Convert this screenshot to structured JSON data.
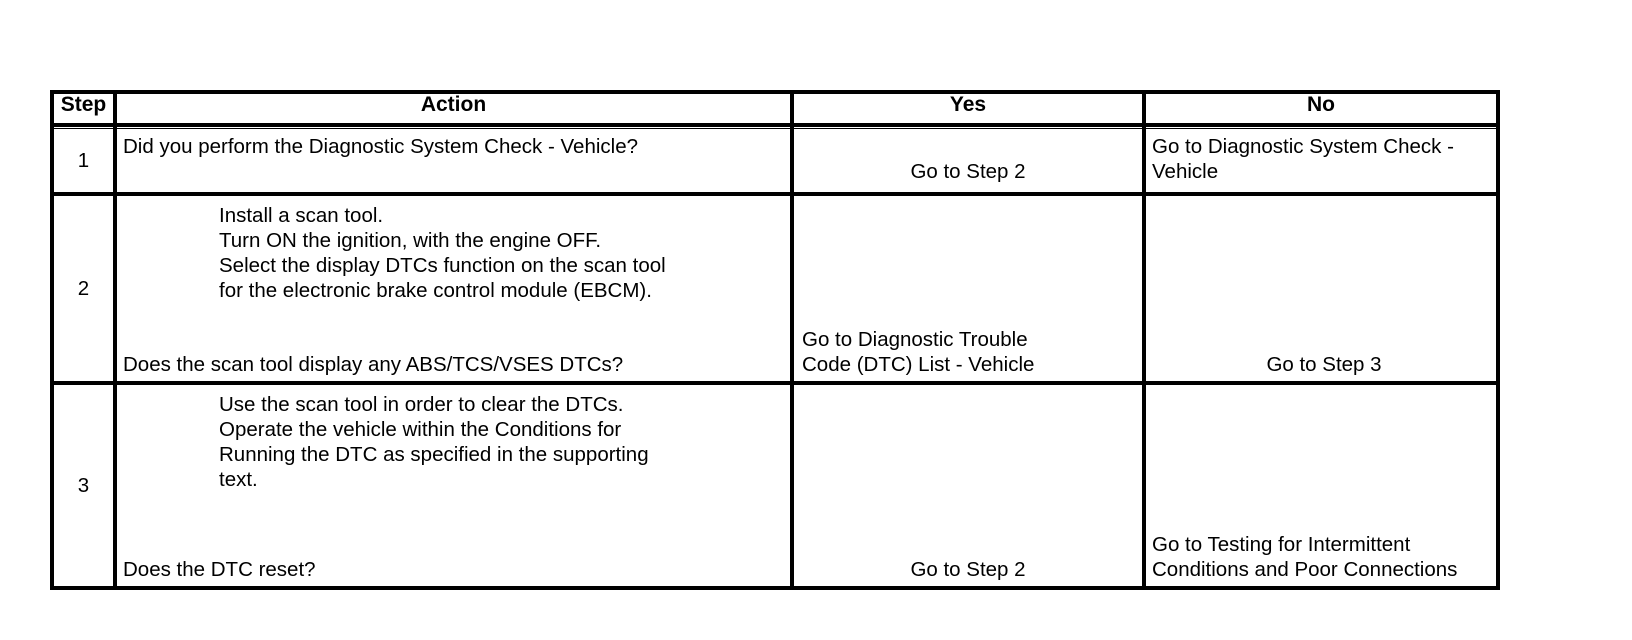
{
  "table": {
    "headers": {
      "step": "Step",
      "action": "Action",
      "yes": "Yes",
      "no": "No"
    },
    "rows": [
      {
        "step": "1",
        "action": {
          "steps": [],
          "question": "Did you perform the Diagnostic System Check - Vehicle?"
        },
        "yes": [
          "Go to Step 2"
        ],
        "no": [
          "Go to Diagnostic System Check -",
          "Vehicle"
        ]
      },
      {
        "step": "2",
        "action": {
          "steps": [
            "Install a scan tool.",
            "Turn ON the ignition, with the engine OFF.",
            "Select the display DTCs function on the scan tool",
            "for the electronic brake control module (EBCM)."
          ],
          "question": "Does the scan tool display any ABS/TCS/VSES DTCs?"
        },
        "yes": [
          "Go to Diagnostic Trouble",
          "Code (DTC) List - Vehicle"
        ],
        "no": [
          "Go to Step 3"
        ]
      },
      {
        "step": "3",
        "action": {
          "steps": [
            "Use the scan tool in order to clear the DTCs.",
            "Operate the vehicle within the Conditions for",
            "Running the DTC as specified in the supporting",
            "text."
          ],
          "question": "Does the DTC reset?"
        },
        "yes": [
          "Go to Step 2"
        ],
        "no": [
          "Go to Testing for Intermittent",
          "Conditions and Poor Connections"
        ]
      }
    ]
  },
  "colors": {
    "ink": "#000000",
    "paper": "#ffffff"
  }
}
